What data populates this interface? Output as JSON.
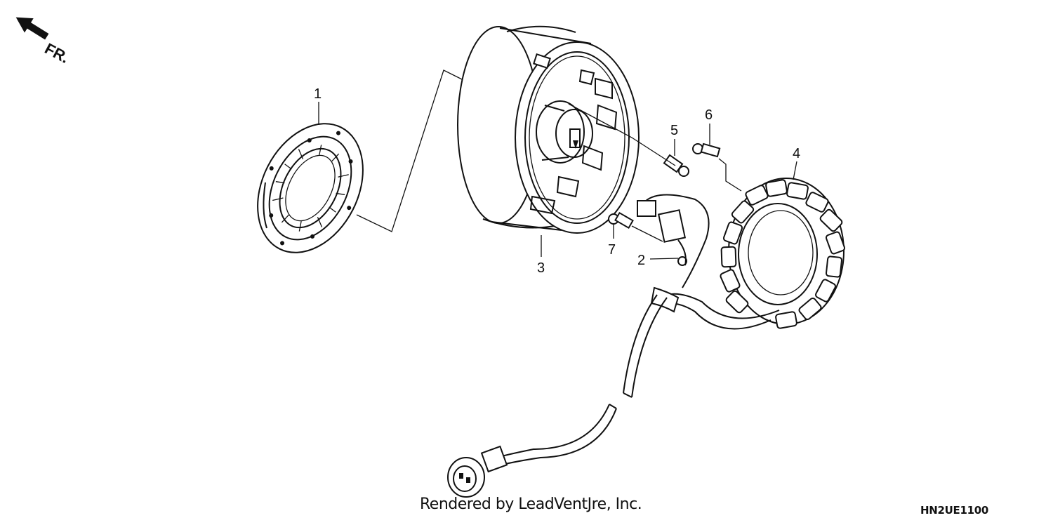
{
  "direction_indicator": {
    "label": "FR.",
    "icon": "arrow-front-icon"
  },
  "callouts": [
    {
      "id": "1",
      "part": "starter-clutch-icon"
    },
    {
      "id": "2",
      "part": "pulse-generator-icon"
    },
    {
      "id": "3",
      "part": "flywheel-icon"
    },
    {
      "id": "4",
      "part": "stator-icon"
    },
    {
      "id": "5",
      "part": "bolt-icon"
    },
    {
      "id": "6",
      "part": "bolt-icon"
    },
    {
      "id": "7",
      "part": "bolt-icon"
    }
  ],
  "footer": {
    "render_credit": "Rendered by LeadVentJre, Inc.",
    "diagram_code": "HN2UE1100"
  }
}
